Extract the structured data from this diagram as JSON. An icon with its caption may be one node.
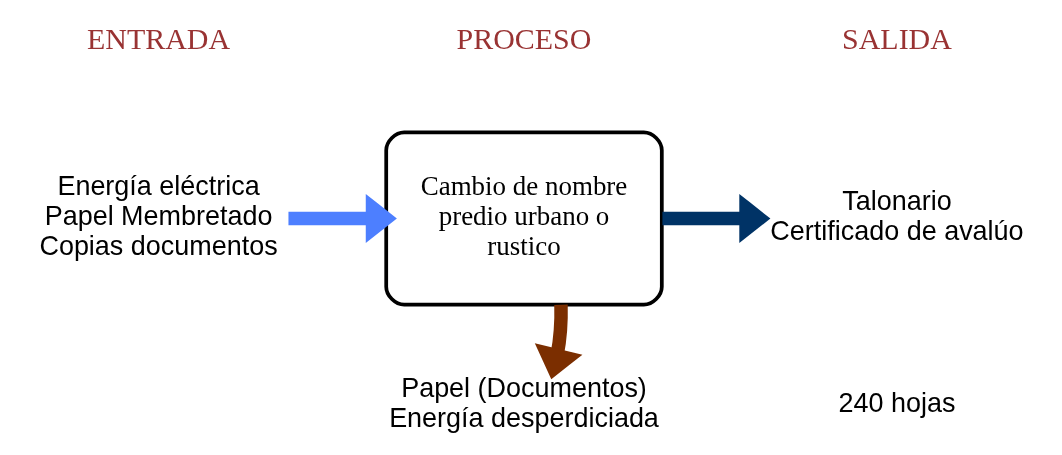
{
  "diagram": {
    "nodes": [
      {
        "text": [
          "Energía eléctrica",
          "Papel Membretado",
          "Copias documentos"
        ]
      },
      {
        "text": [
          "Cambio de nombre predio urbano o rustico"
        ]
      },
      {
        "text": [
          "Talonario",
          "Certificado de avalúo"
        ]
      },
      {
        "text": [
          "Papel (Documentos)",
          "Energía desperdiciada"
        ]
      }
    ],
    "edges": [
      {
        "from": 0,
        "to": 1,
        "arrow": "to",
        "color": "#4d7fff"
      },
      {
        "from": 1,
        "to": 2,
        "arrow": "to",
        "color": "#003366"
      },
      {
        "from": 1,
        "to": 3,
        "arrow": "to",
        "color": "#7b2e00"
      }
    ],
    "labels": [
      "ENTRADA",
      "PROCESO",
      "SALIDA",
      "240 hojas"
    ]
  }
}
